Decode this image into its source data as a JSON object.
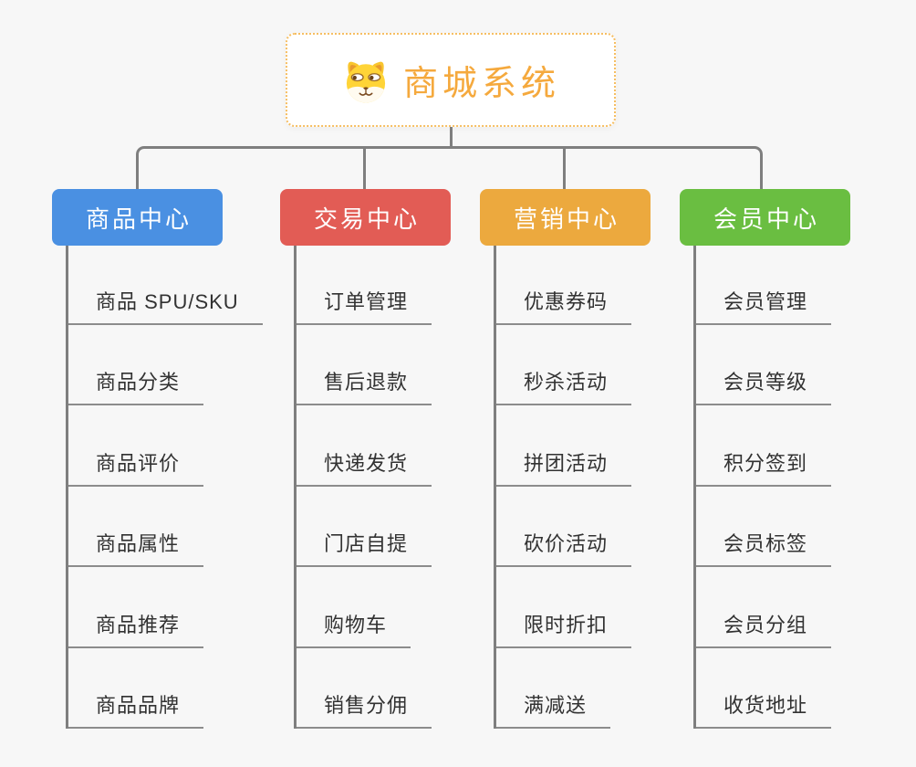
{
  "root": {
    "title": "商城系统",
    "icon": "dog-face-icon",
    "title_color": "#F5A93D",
    "border_color": "#F6BE62"
  },
  "connector_color": "#7F7F7F",
  "branches": [
    {
      "label": "商品中心",
      "color": "#4A90E2",
      "items": [
        "商品 SPU/SKU",
        "商品分类",
        "商品评价",
        "商品属性",
        "商品推荐",
        "商品品牌"
      ]
    },
    {
      "label": "交易中心",
      "color": "#E25C55",
      "items": [
        "订单管理",
        "售后退款",
        "快递发货",
        "门店自提",
        "购物车",
        "销售分佣"
      ]
    },
    {
      "label": "营销中心",
      "color": "#ECA93E",
      "items": [
        "优惠券码",
        "秒杀活动",
        "拼团活动",
        "砍价活动",
        "限时折扣",
        "满减送"
      ]
    },
    {
      "label": "会员中心",
      "color": "#6ABE41",
      "items": [
        "会员管理",
        "会员等级",
        "积分签到",
        "会员标签",
        "会员分组",
        "收货地址"
      ]
    }
  ]
}
